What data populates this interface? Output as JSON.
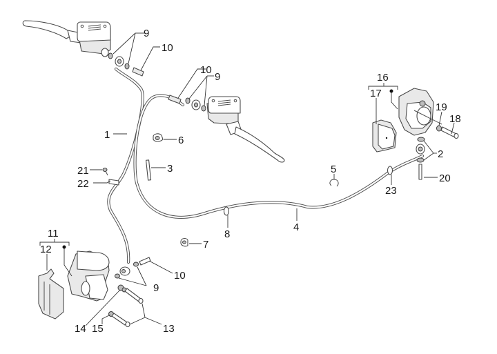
{
  "diagram": {
    "title": "Brake system exploded parts diagram",
    "callouts": [
      {
        "id": "c1",
        "number": "1",
        "part": "brake-hose-front"
      },
      {
        "id": "c2",
        "number": "2",
        "part": "washer"
      },
      {
        "id": "c3",
        "number": "3",
        "part": "cable-tie"
      },
      {
        "id": "c4",
        "number": "4",
        "part": "brake-hose-rear"
      },
      {
        "id": "c5",
        "number": "5",
        "part": "clip"
      },
      {
        "id": "c6",
        "number": "6",
        "part": "hose-clamp"
      },
      {
        "id": "c7",
        "number": "7",
        "part": "hose-clamp"
      },
      {
        "id": "c8",
        "number": "8",
        "part": "hose-guide-ring"
      },
      {
        "id": "c9a",
        "number": "9",
        "part": "washer"
      },
      {
        "id": "c9b",
        "number": "9",
        "part": "washer"
      },
      {
        "id": "c9c",
        "number": "9",
        "part": "washer"
      },
      {
        "id": "c10a",
        "number": "10",
        "part": "banjo-bolt"
      },
      {
        "id": "c10b",
        "number": "10",
        "part": "banjo-bolt"
      },
      {
        "id": "c10c",
        "number": "10",
        "part": "banjo-bolt"
      },
      {
        "id": "c11",
        "number": "11",
        "part": "front-brake-caliper-assembly"
      },
      {
        "id": "c12",
        "number": "12",
        "part": "front-brake-pads"
      },
      {
        "id": "c13",
        "number": "13",
        "part": "caliper-mounting-bolt"
      },
      {
        "id": "c14",
        "number": "14",
        "part": "washer"
      },
      {
        "id": "c15",
        "number": "15",
        "part": "washer"
      },
      {
        "id": "c16",
        "number": "16",
        "part": "rear-brake-caliper-assembly"
      },
      {
        "id": "c17",
        "number": "17",
        "part": "rear-brake-pads"
      },
      {
        "id": "c18",
        "number": "18",
        "part": "caliper-bolt"
      },
      {
        "id": "c19",
        "number": "19",
        "part": "washer"
      },
      {
        "id": "c20",
        "number": "20",
        "part": "screw"
      },
      {
        "id": "c21",
        "number": "21",
        "part": "hose-bracket"
      },
      {
        "id": "c22",
        "number": "22",
        "part": "banjo-bolt"
      },
      {
        "id": "c23",
        "number": "23",
        "part": "hose-guide-ring"
      }
    ]
  }
}
